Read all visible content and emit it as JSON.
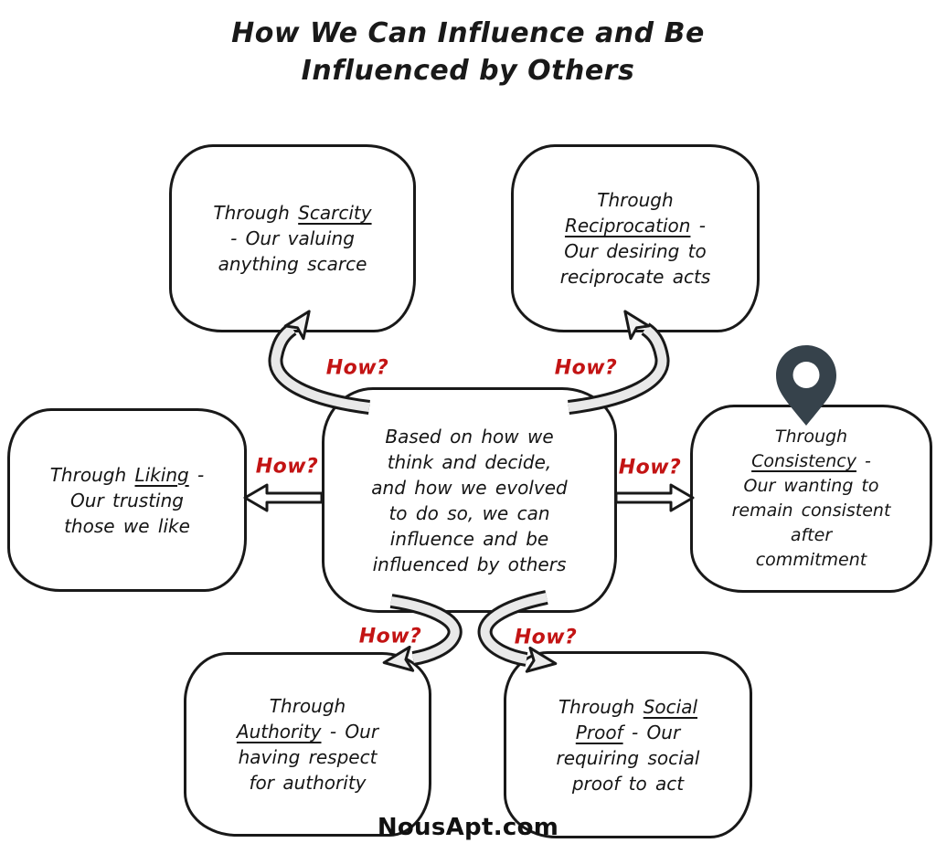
{
  "title": {
    "line1": "How We Can Influence and Be",
    "line2": "Influenced by Others"
  },
  "labels": {
    "how": "How?"
  },
  "footer": {
    "site": "NousApt.com"
  },
  "colors": {
    "ink": "#191919",
    "accent_red": "#c31414",
    "pin": "#36424b",
    "ribbon_fill": "#e9e9e9",
    "arrowhead_fill": "#f3f3f3",
    "background": "#ffffff"
  },
  "icons": {
    "pin": "location-pin-icon"
  },
  "center": {
    "lines": [
      [
        {
          "t": "Based on how we"
        }
      ],
      [
        {
          "t": "think and decide,"
        }
      ],
      [
        {
          "t": "and how we evolved"
        }
      ],
      [
        {
          "t": "to do so, we can"
        }
      ],
      [
        {
          "t": "influence and be"
        }
      ],
      [
        {
          "t": "influenced by others"
        }
      ]
    ]
  },
  "boxes": {
    "scarcity": {
      "lines": [
        [
          {
            "t": "Through "
          },
          {
            "t": "Scarcity",
            "u": true
          }
        ],
        [
          {
            "t": "- Our valuing"
          }
        ],
        [
          {
            "t": "anything scarce"
          }
        ]
      ]
    },
    "reciprocation": {
      "lines": [
        [
          {
            "t": "Through"
          }
        ],
        [
          {
            "t": "Reciprocation",
            "u": true
          },
          {
            "t": " -"
          }
        ],
        [
          {
            "t": "Our desiring to"
          }
        ],
        [
          {
            "t": "reciprocate acts"
          }
        ]
      ]
    },
    "liking": {
      "lines": [
        [
          {
            "t": "Through "
          },
          {
            "t": "Liking",
            "u": true
          },
          {
            "t": " -"
          }
        ],
        [
          {
            "t": "Our trusting"
          }
        ],
        [
          {
            "t": "those we like"
          }
        ]
      ]
    },
    "consistency": {
      "lines": [
        [
          {
            "t": "Through"
          }
        ],
        [
          {
            "t": "Consistency",
            "u": true
          },
          {
            "t": " -"
          }
        ],
        [
          {
            "t": "Our wanting to"
          }
        ],
        [
          {
            "t": "remain consistent"
          }
        ],
        [
          {
            "t": "after"
          }
        ],
        [
          {
            "t": "commitment"
          }
        ]
      ]
    },
    "authority": {
      "lines": [
        [
          {
            "t": "Through"
          }
        ],
        [
          {
            "t": "Authority",
            "u": true
          },
          {
            "t": " - Our"
          }
        ],
        [
          {
            "t": "having respect"
          }
        ],
        [
          {
            "t": "for authority"
          }
        ]
      ]
    },
    "social_proof": {
      "lines": [
        [
          {
            "t": "Through "
          },
          {
            "t": "Social",
            "u": true
          }
        ],
        [
          {
            "t": "Proof",
            "u": true
          },
          {
            "t": " - Our"
          }
        ],
        [
          {
            "t": "requiring social"
          }
        ],
        [
          {
            "t": "proof to act"
          }
        ]
      ]
    }
  }
}
